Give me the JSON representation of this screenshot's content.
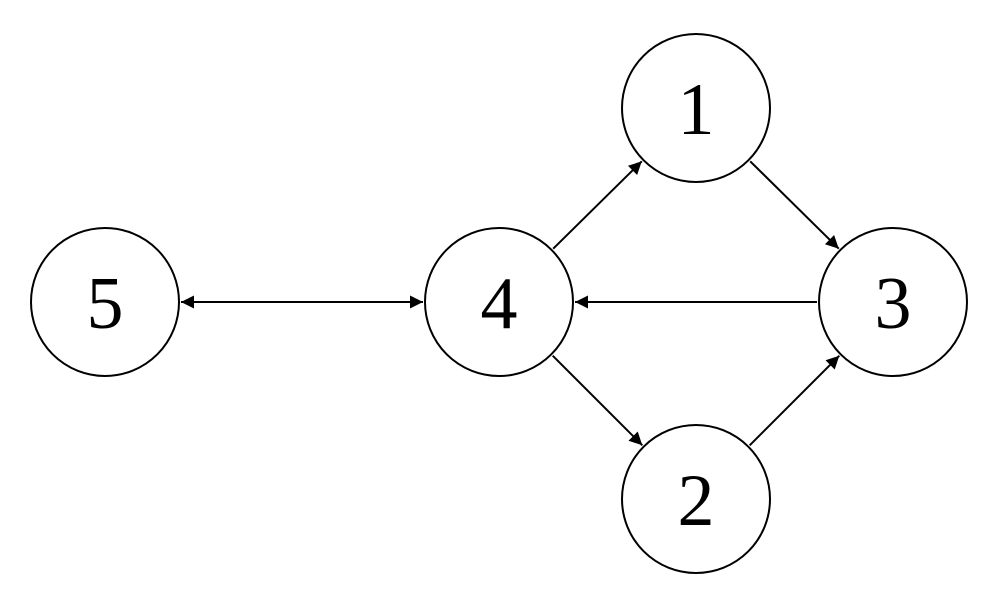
{
  "diagram": {
    "type": "directed-graph",
    "nodes": [
      {
        "id": "n1",
        "label": "1"
      },
      {
        "id": "n2",
        "label": "2"
      },
      {
        "id": "n3",
        "label": "3"
      },
      {
        "id": "n4",
        "label": "4"
      },
      {
        "id": "n5",
        "label": "5"
      }
    ],
    "edges": [
      {
        "from": "n5",
        "to": "n4",
        "bidirectional": true
      },
      {
        "from": "n4",
        "to": "n1",
        "bidirectional": false
      },
      {
        "from": "n1",
        "to": "n3",
        "bidirectional": false
      },
      {
        "from": "n3",
        "to": "n4",
        "bidirectional": false
      },
      {
        "from": "n4",
        "to": "n2",
        "bidirectional": false
      },
      {
        "from": "n2",
        "to": "n3",
        "bidirectional": false
      }
    ]
  }
}
